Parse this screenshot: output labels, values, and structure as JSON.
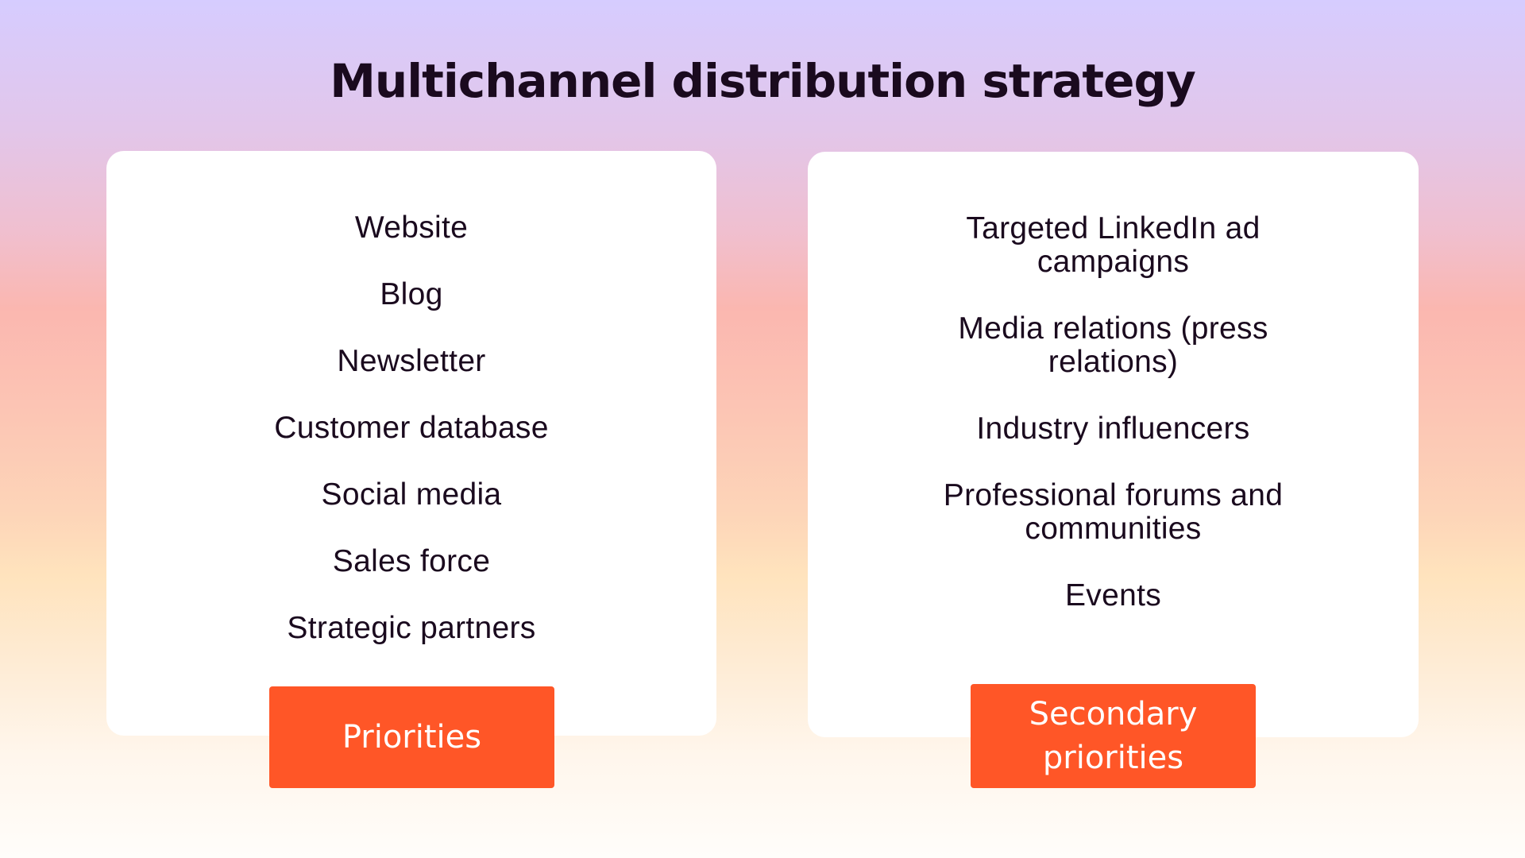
{
  "slide": {
    "title": "Multichannel distribution strategy"
  },
  "colors": {
    "accent": "#ff5627",
    "text": "#1a0a1e",
    "card": "#ffffff",
    "gradient_top": "#d6ccff",
    "gradient_mid": "#fbb7b0",
    "gradient_bottom": "#fffdfa"
  },
  "priorities": {
    "label": "Priorities",
    "items": [
      "Website",
      "Blog",
      "Newsletter",
      "Customer database",
      "Social media",
      "Sales force",
      "Strategic partners"
    ]
  },
  "secondary": {
    "label": "Secondary priorities",
    "items": [
      "Targeted LinkedIn ad campaigns",
      "Media relations (press relations)",
      "Industry influencers",
      "Professional forums and communities",
      "Events"
    ]
  }
}
